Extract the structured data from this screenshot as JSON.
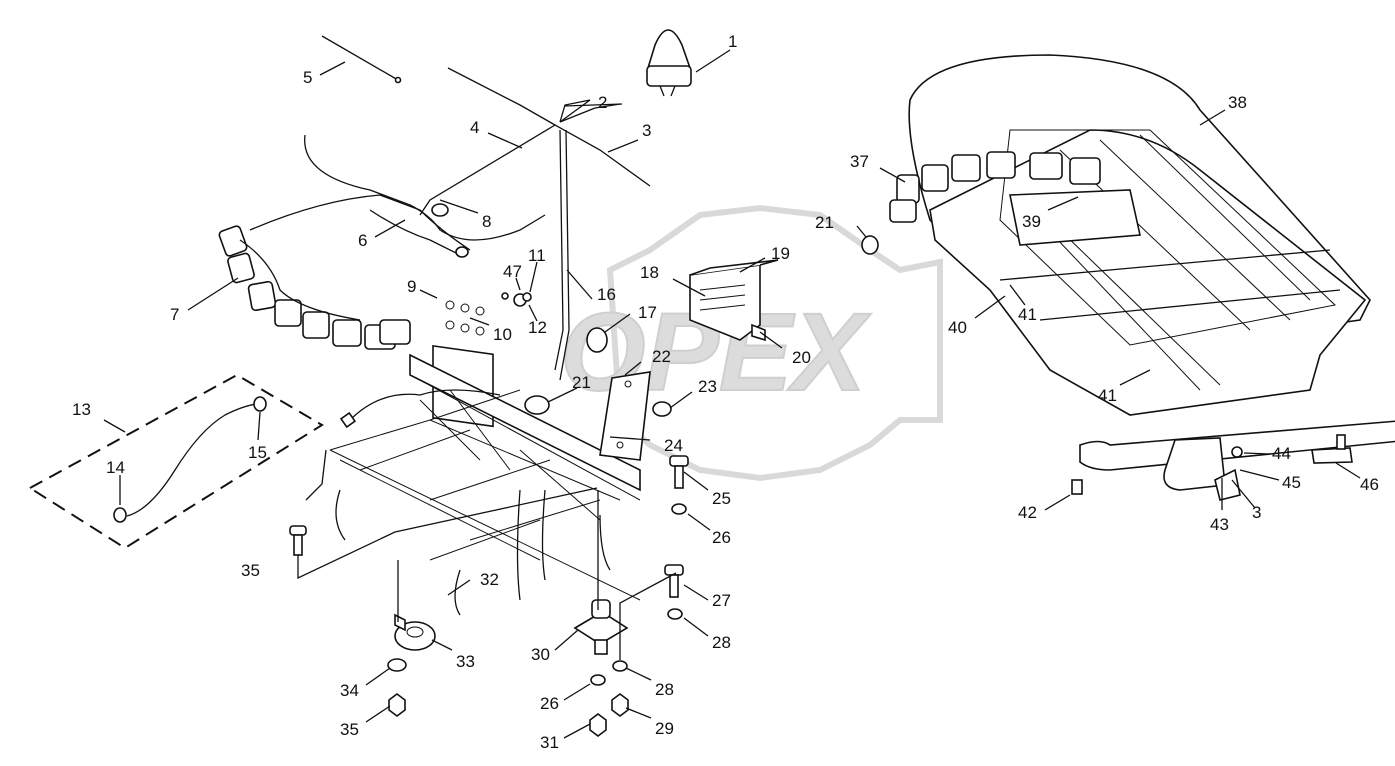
{
  "diagram": {
    "watermark_text": "OPEX",
    "callouts": [
      "1",
      "2",
      "3",
      "4",
      "5",
      "6",
      "7",
      "8",
      "9",
      "10",
      "11",
      "12",
      "13",
      "14",
      "15",
      "16",
      "17",
      "18",
      "19",
      "20",
      "21",
      "21",
      "22",
      "23",
      "24",
      "25",
      "26",
      "26",
      "27",
      "28",
      "28",
      "29",
      "30",
      "31",
      "32",
      "33",
      "34",
      "35",
      "35",
      "37",
      "38",
      "39",
      "40",
      "41",
      "41",
      "42",
      "43",
      "3",
      "44",
      "45",
      "46",
      "47"
    ]
  }
}
